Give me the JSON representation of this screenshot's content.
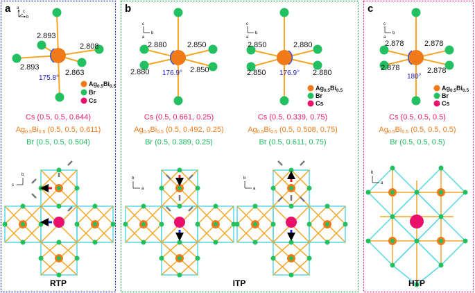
{
  "panels": {
    "a": {
      "letter": "a",
      "border_color": "#1a1aa8",
      "bond_lengths": [
        "2.893",
        "2.808",
        "2.893",
        "2.863"
      ],
      "angle": "175.8°",
      "cs": "Cs (0.5, 0.5, 0.644)",
      "ag_prefix": "Ag",
      "ag_sub1": "0.5",
      "ag_mid": "Bi",
      "ag_sub2": "0.5",
      "ag_coords": " (0.5, 0.5, 0.611)",
      "br": "Br (0.5, 0.5, 0.504)",
      "phase": "RTP"
    },
    "b": {
      "letter": "b",
      "border_color": "#22a040",
      "left": {
        "bond_lengths": [
          "2.880",
          "2.850",
          "2.880",
          "2.850"
        ],
        "angle": "176.9°",
        "cs": "Cs (0.5, 0.661, 0.25)",
        "ag_coords": " (0.5, 0.492, 0.25)",
        "br": "Br (0.5, 0.389, 0.25)"
      },
      "right": {
        "bond_lengths": [
          "2.850",
          "2.880",
          "2.850",
          "2.880"
        ],
        "angle": "176.9°",
        "cs": "Cs (0.5, 0.339, 0.75)",
        "ag_coords": " (0.5, 0.508, 0.75)",
        "br": "Br (0.5, 0.611, 0.75)"
      },
      "phase": "ITP"
    },
    "c": {
      "letter": "c",
      "border_color": "#e0207a",
      "bond_lengths": [
        "2.878",
        "2.878",
        "2.878",
        "2.878"
      ],
      "angle": "180°",
      "cs": "Cs (0.5, 0.5, 0.5)",
      "ag_coords": " (0.5, 0.5, 0.5)",
      "br": "Br (0.5, 0.5, 0.5)",
      "phase": "HTP"
    }
  },
  "legend": {
    "ag_prefix": "Ag",
    "ag_sub1": "0.5",
    "ag_mid": "Bi",
    "ag_sub2": "0.5",
    "br": "Br",
    "cs": "Cs"
  },
  "axes": {
    "a": "a",
    "b": "b",
    "c": "c"
  },
  "colors": {
    "ag_bi": "#f07a18",
    "br": "#22c060",
    "cs": "#e8106a",
    "bond": "#f5a623",
    "cell": "#55d8e8",
    "arrow_red": "#e81818",
    "arrow_blue": "#1030e0",
    "arrow_gray": "#777777",
    "angle_text": "#2222cc"
  }
}
